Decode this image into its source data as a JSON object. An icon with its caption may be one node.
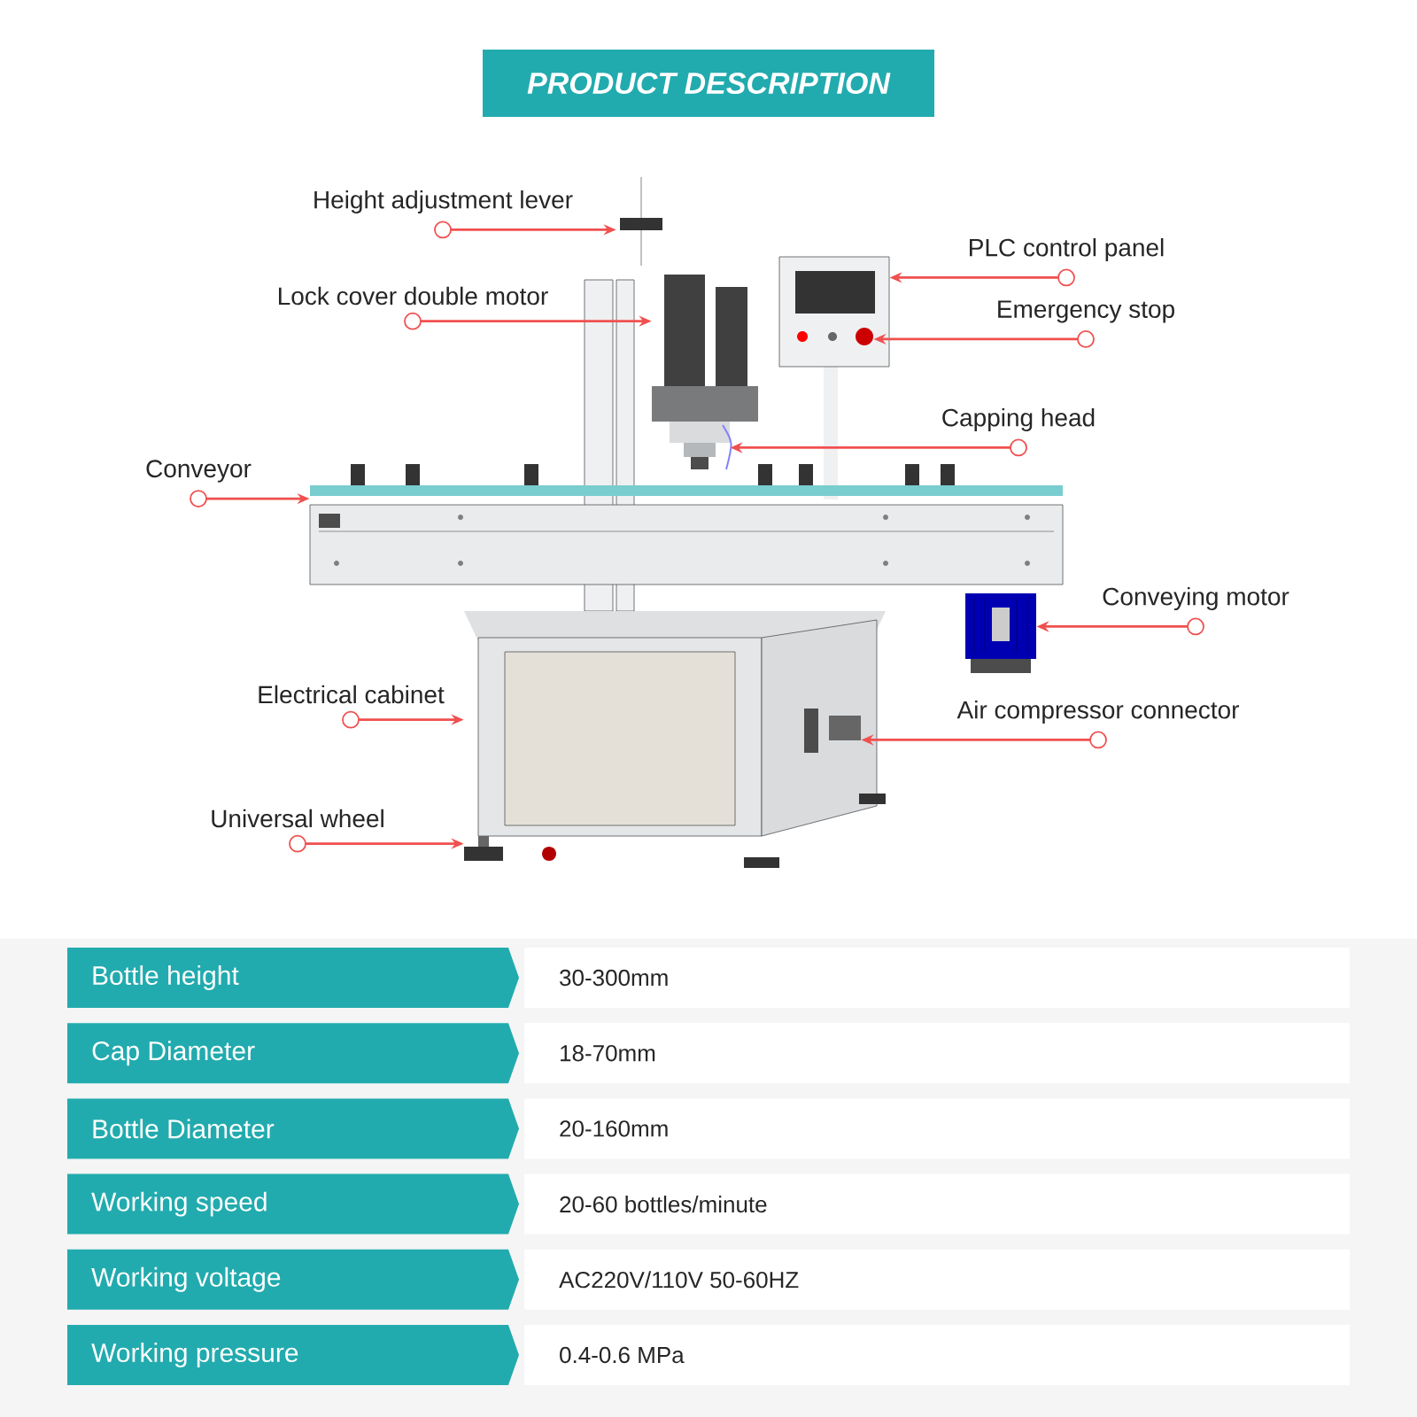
{
  "diagram": {
    "title": "PRODUCT DESCRIPTION",
    "nodes": [
      {
        "text": [
          "Height adjustment lever"
        ]
      },
      {
        "text": [
          "Lock cover double motor"
        ]
      },
      {
        "text": [
          "PLC control panel"
        ]
      },
      {
        "text": [
          "Emergency stop"
        ]
      },
      {
        "text": [
          "Capping head"
        ]
      },
      {
        "text": [
          "Conveyor"
        ]
      },
      {
        "text": [
          "Conveying motor"
        ]
      },
      {
        "text": [
          "Electrical cabinet"
        ]
      },
      {
        "text": [
          "Air compressor connector"
        ]
      },
      {
        "text": [
          "Universal wheel"
        ]
      },
      {
        "text": [],
        "shape": "picture"
      },
      {
        "text": [],
        "shape": "picture"
      },
      {
        "text": [],
        "shape": "picture"
      },
      {
        "text": [],
        "shape": "circle",
        "in": 12
      },
      {
        "text": [],
        "shape": "picture"
      },
      {
        "text": [],
        "shape": "picture"
      },
      {
        "text": [],
        "shape": "picture"
      },
      {
        "text": [],
        "shape": "picture"
      },
      {
        "text": [],
        "shape": "picture"
      },
      {
        "text": [],
        "shape": "picture"
      }
    ],
    "edges": [
      {
        "from": 0,
        "to": 10,
        "arrow": "to"
      },
      {
        "from": 1,
        "to": 11,
        "arrow": "to"
      },
      {
        "from": 2,
        "to": 12,
        "arrow": "to"
      },
      {
        "from": 3,
        "to": 13,
        "arrow": "to"
      },
      {
        "from": 4,
        "to": 14,
        "arrow": "to"
      },
      {
        "from": 5,
        "to": 15,
        "arrow": "to"
      },
      {
        "from": 6,
        "to": 16,
        "arrow": "to"
      },
      {
        "from": 7,
        "to": 17,
        "arrow": "to"
      },
      {
        "from": 8,
        "to": 18,
        "arrow": "to"
      },
      {
        "from": 9,
        "to": 19,
        "arrow": "to"
      }
    ],
    "labels": [
      "Bottle height",
      "30-300mm",
      "Cap Diameter",
      "18-70mm",
      "Bottle Diameter",
      "20-160mm",
      "Working speed",
      "20-60 bottles/minute",
      "Working voltage",
      "AC220V/110V 50-60HZ",
      "Working pressure",
      "0.4-0.6 MPa"
    ]
  }
}
